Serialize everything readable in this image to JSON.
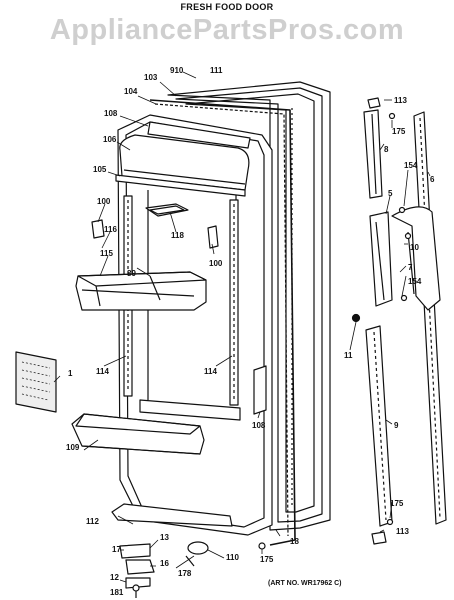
{
  "header": {
    "cut_off_title": "",
    "title": "FRESH FOOD DOOR"
  },
  "watermark": "AppliancePartsPros.com",
  "art_number": "(ART NO. WR17962 C)",
  "callouts": [
    {
      "id": "910",
      "text": "910"
    },
    {
      "id": "111",
      "text": "111"
    },
    {
      "id": "103",
      "text": "103"
    },
    {
      "id": "104",
      "text": "104"
    },
    {
      "id": "108a",
      "text": "108"
    },
    {
      "id": "106",
      "text": "106"
    },
    {
      "id": "105",
      "text": "105"
    },
    {
      "id": "100a",
      "text": "100"
    },
    {
      "id": "116",
      "text": "116"
    },
    {
      "id": "118",
      "text": "118"
    },
    {
      "id": "100b",
      "text": "100"
    },
    {
      "id": "115",
      "text": "115"
    },
    {
      "id": "89",
      "text": "89"
    },
    {
      "id": "114a",
      "text": "114"
    },
    {
      "id": "114b",
      "text": "114"
    },
    {
      "id": "1",
      "text": "1"
    },
    {
      "id": "108b",
      "text": "108"
    },
    {
      "id": "109",
      "text": "109"
    },
    {
      "id": "112",
      "text": "112"
    },
    {
      "id": "13",
      "text": "13"
    },
    {
      "id": "17",
      "text": "17"
    },
    {
      "id": "16",
      "text": "16"
    },
    {
      "id": "12",
      "text": "12"
    },
    {
      "id": "181",
      "text": "181"
    },
    {
      "id": "178",
      "text": "178"
    },
    {
      "id": "110",
      "text": "110"
    },
    {
      "id": "175a",
      "text": "175"
    },
    {
      "id": "18",
      "text": "18"
    },
    {
      "id": "113a",
      "text": "113"
    },
    {
      "id": "175b",
      "text": "175"
    },
    {
      "id": "8",
      "text": "8"
    },
    {
      "id": "6",
      "text": "6"
    },
    {
      "id": "154a",
      "text": "154"
    },
    {
      "id": "5",
      "text": "5"
    },
    {
      "id": "10",
      "text": "10"
    },
    {
      "id": "7",
      "text": "7"
    },
    {
      "id": "154b",
      "text": "154"
    },
    {
      "id": "11",
      "text": "11"
    },
    {
      "id": "9",
      "text": "9"
    },
    {
      "id": "175c",
      "text": "175"
    },
    {
      "id": "113b",
      "text": "113"
    }
  ]
}
